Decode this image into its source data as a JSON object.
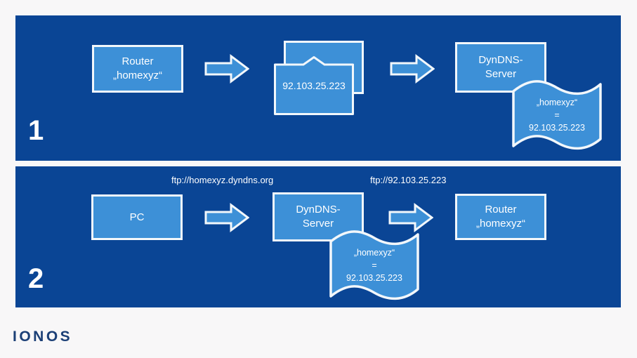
{
  "colors": {
    "page_background": "#f8f7f8",
    "panel_background": "#0a4595",
    "box_fill": "#3d90d7",
    "box_stroke": "#f2f7fb",
    "text": "#ffffff",
    "logo": "#1b3f76"
  },
  "brand": {
    "logo_text": "IONOS"
  },
  "panels": [
    {
      "step_number": "1",
      "nodes": {
        "router": {
          "line1": "Router",
          "line2": "„homexyz“"
        },
        "ip_packet": {
          "value": "92.103.25.223"
        },
        "dyndns": {
          "line1": "DynDNS-",
          "line2": "Server"
        },
        "mapping_banner": {
          "line1": "„homexyz“",
          "line2": "=",
          "line3": "92.103.25.223"
        }
      },
      "arrows": [
        {
          "name": "arrow-router-to-packet"
        },
        {
          "name": "arrow-packet-to-dyndns"
        }
      ]
    },
    {
      "step_number": "2",
      "edge_labels": [
        {
          "name": "ftp-domain-label",
          "text": "ftp://homexyz.dyndns.org"
        },
        {
          "name": "ftp-ip-label",
          "text": "ftp://92.103.25.223"
        }
      ],
      "nodes": {
        "pc": {
          "label": "PC"
        },
        "dyndns": {
          "line1": "DynDNS-",
          "line2": "Server"
        },
        "router": {
          "line1": "Router",
          "line2": "„homexyz“"
        },
        "mapping_banner": {
          "line1": "„homexyz“",
          "line2": "=",
          "line3": "92.103.25.223"
        }
      },
      "arrows": [
        {
          "name": "arrow-pc-to-dyndns"
        },
        {
          "name": "arrow-dyndns-to-router"
        }
      ]
    }
  ]
}
